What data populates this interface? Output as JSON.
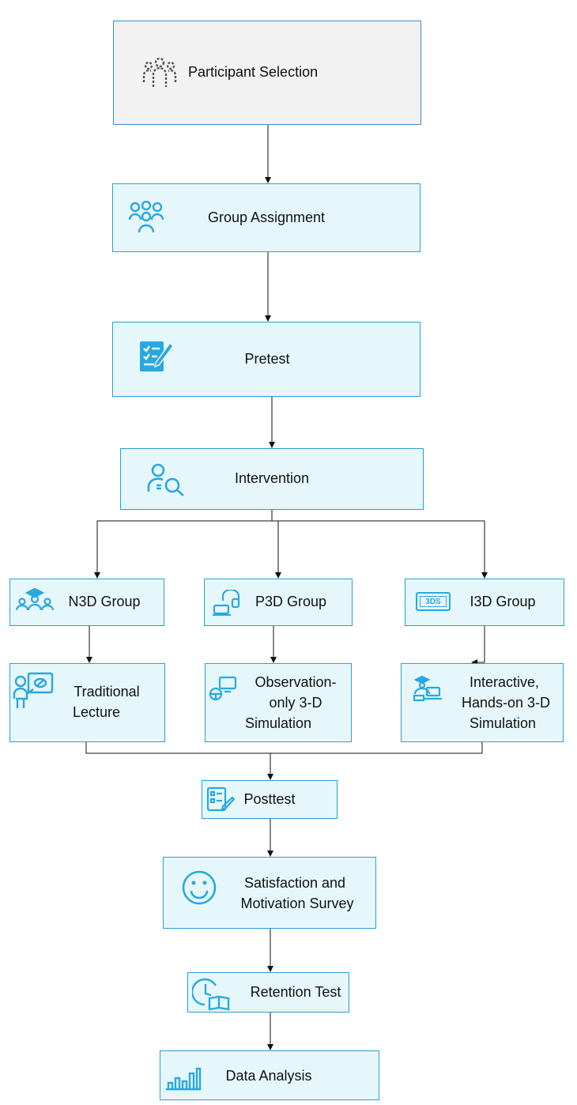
{
  "nodes": {
    "participant_selection": "Participant Selection",
    "group_assignment": "Group Assignment",
    "pretest": "Pretest",
    "intervention": "Intervention",
    "n3d_group": "N3D Group",
    "p3d_group": "P3D Group",
    "i3d_group": "I3D Group",
    "traditional_lecture_1": "Traditional",
    "traditional_lecture_2": "Lecture",
    "observation_1": "Observation-",
    "observation_2": "only 3-D",
    "observation_3": "Simulation",
    "interactive_1": "Interactive,",
    "interactive_2": "Hands-on 3-D",
    "interactive_3": "Simulation",
    "posttest": "Posttest",
    "satisfaction_1": "Satisfaction and",
    "satisfaction_2": "Motivation Survey",
    "retention_test": "Retention Test",
    "data_analysis": "Data Analysis"
  },
  "icons": {
    "participant_selection": "people-group-icon",
    "group_assignment": "team-icon",
    "pretest": "checklist-pen-icon",
    "intervention": "person-search-icon",
    "n3d_group": "teacher-students-icon",
    "p3d_group": "vr-headset-icon",
    "i3d_group": "3ds-badge-icon",
    "traditional_lecture": "lecturer-board-icon",
    "observation": "simulation-screen-icon",
    "interactive": "hands-on-laptop-icon",
    "posttest": "form-pen-icon",
    "satisfaction": "smiley-icon",
    "retention_test": "clock-book-icon",
    "data_analysis": "bar-chart-icon",
    "icon_3ds_text": "3DS"
  },
  "colors": {
    "box_fill": "#e6f7fb",
    "box_border": "#2a9fd6",
    "start_fill": "#f2f2f2",
    "icon_blue": "#29a8e0",
    "icon_grey": "#555555"
  }
}
